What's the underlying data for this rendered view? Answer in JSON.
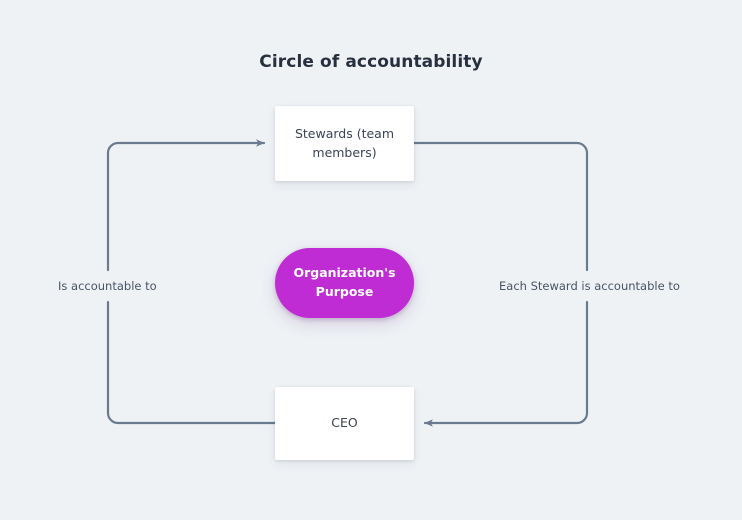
{
  "diagram": {
    "title": "Circle of accountability",
    "background_color": "#eef2f5",
    "accent_color": "#bf2cd4",
    "connector_color": "#6b7b8f",
    "text_color": "#3b4453",
    "title_color": "#27303f",
    "nodes": {
      "stewards": {
        "label": "Stewards (team members)",
        "shape": "rectangle",
        "fill": "#ffffff"
      },
      "purpose": {
        "label": "Organization's Purpose",
        "shape": "pill",
        "fill": "#bf2cd4"
      },
      "ceo": {
        "label": "CEO",
        "shape": "rectangle",
        "fill": "#ffffff"
      }
    },
    "edges": [
      {
        "id": "ceo-to-stewards",
        "label": "Is accountable to",
        "from": "ceo",
        "to": "stewards",
        "side": "left",
        "arrowhead": "stewards"
      },
      {
        "id": "stewards-to-ceo",
        "label": "Each Steward is accountable to",
        "from": "stewards",
        "to": "ceo",
        "side": "right",
        "arrowhead": "ceo"
      }
    ]
  }
}
